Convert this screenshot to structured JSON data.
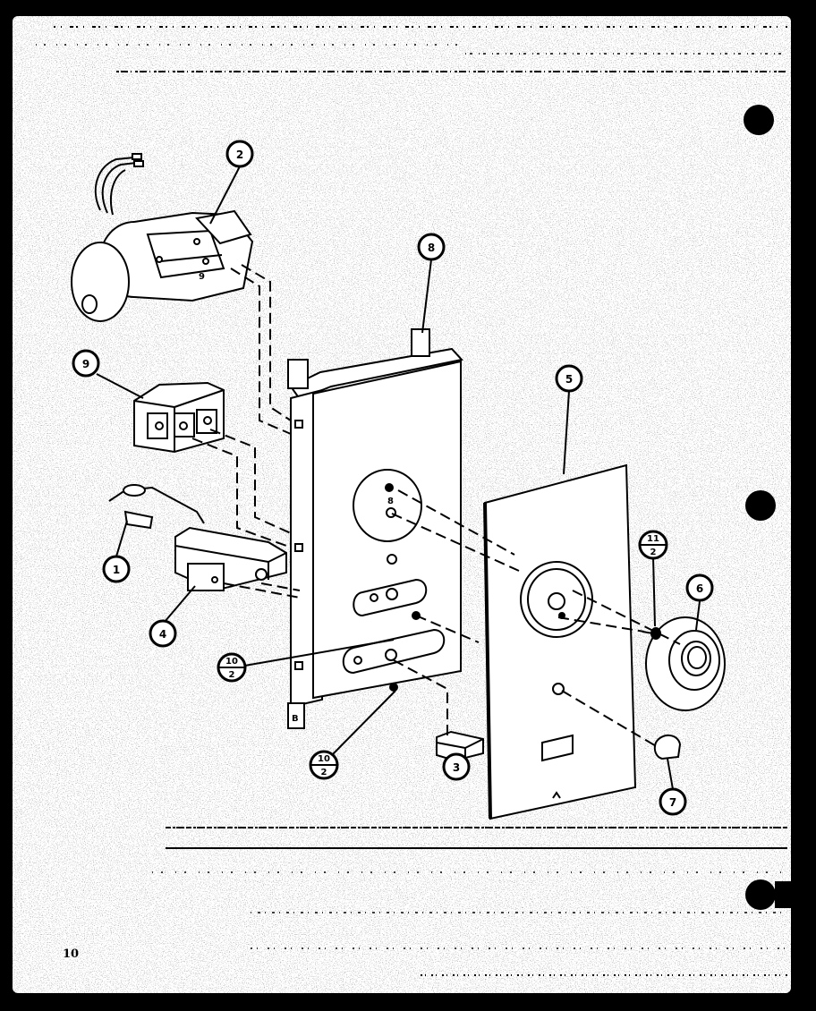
{
  "diagram": {
    "page_number": "10",
    "callouts": {
      "c1": "1",
      "c2": "2",
      "c3": "3",
      "c4": "4",
      "c5": "5",
      "c6": "6",
      "c7": "7",
      "c8": "8",
      "c9": "9"
    },
    "split_callouts": {
      "s10a": {
        "top": "10",
        "bottom": "2"
      },
      "s10b": {
        "top": "10",
        "bottom": "2"
      },
      "s11": {
        "top": "11",
        "bottom": "2"
      }
    },
    "part_markings": {
      "motor_mark": "9",
      "bracket_mark": "8",
      "bracket_tab": "B"
    }
  },
  "colors": {
    "paper": "#ffffff",
    "ink": "#000000",
    "border_noise": "#000000"
  }
}
